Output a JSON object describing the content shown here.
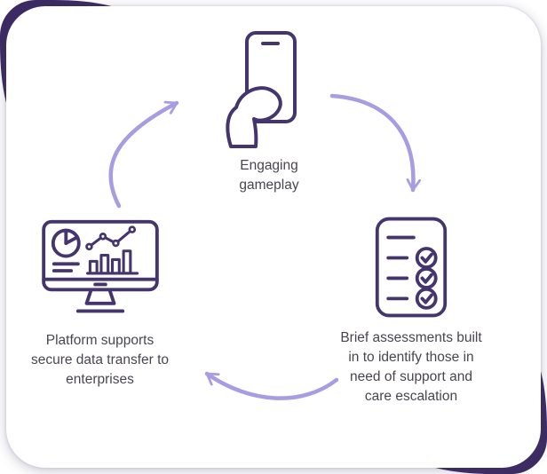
{
  "title": "Engagement cycle infographic",
  "colors": {
    "accent_corner": "#3d2b63",
    "icon_stroke": "#44356e",
    "arrow": "#a89ce3",
    "text": "#4a4450",
    "card_bg": "#ffffff"
  },
  "nodes": {
    "top": {
      "icon": "phone-in-hand-icon",
      "label": "Engaging\ngameplay"
    },
    "right": {
      "icon": "checklist-icon",
      "label": "Brief assessments built\nin  to identify those in\nneed of support and\ncare escalation"
    },
    "left": {
      "icon": "monitor-analytics-icon",
      "label": "Platform supports\nsecure data transfer to\nenterprises"
    }
  },
  "arrows": [
    {
      "from": "platform",
      "to": "gameplay"
    },
    {
      "from": "gameplay",
      "to": "assessments"
    },
    {
      "from": "assessments",
      "to": "platform"
    }
  ]
}
